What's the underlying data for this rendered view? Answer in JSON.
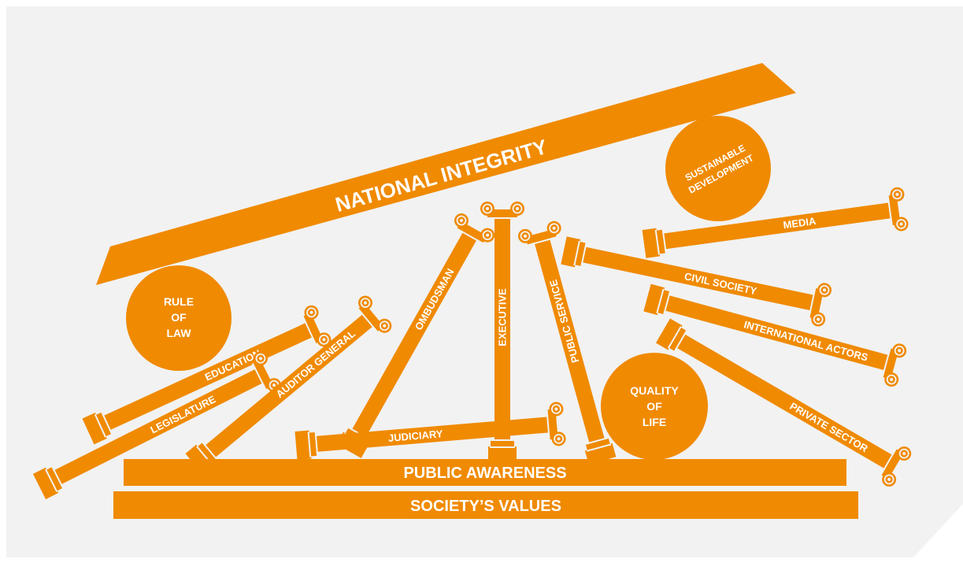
{
  "colors": {
    "orange": "#f08a00",
    "panel": "#f2f2f2",
    "text": "#ffffff"
  },
  "beam": {
    "label": "NATIONAL INTEGRITY"
  },
  "foundations": {
    "awareness": "PUBLIC AWARENESS",
    "values": "SOCIETY’S VALUES"
  },
  "spheres": {
    "rule_of_law": [
      "RULE",
      "OF",
      "LAW"
    ],
    "sustainable_development": [
      "SUSTAINABLE",
      "DEVELOPMENT"
    ],
    "quality_of_life": [
      "QUALITY",
      "OF",
      "LIFE"
    ]
  },
  "pillars": {
    "education": "EDUCATION",
    "legislature": "LEGISLATURE",
    "auditor_general": "AUDITOR GENERAL",
    "ombudsman": "OMBUDSMAN",
    "executive": "EXECUTIVE",
    "public_service": "PUBLIC SERVICE",
    "judiciary": "JUDICIARY",
    "media": "MEDIA",
    "civil_society": "CIVIL SOCIETY",
    "international_actors": "INTERNATIONAL ACTORS",
    "private_sector": "PRIVATE SECTOR"
  }
}
